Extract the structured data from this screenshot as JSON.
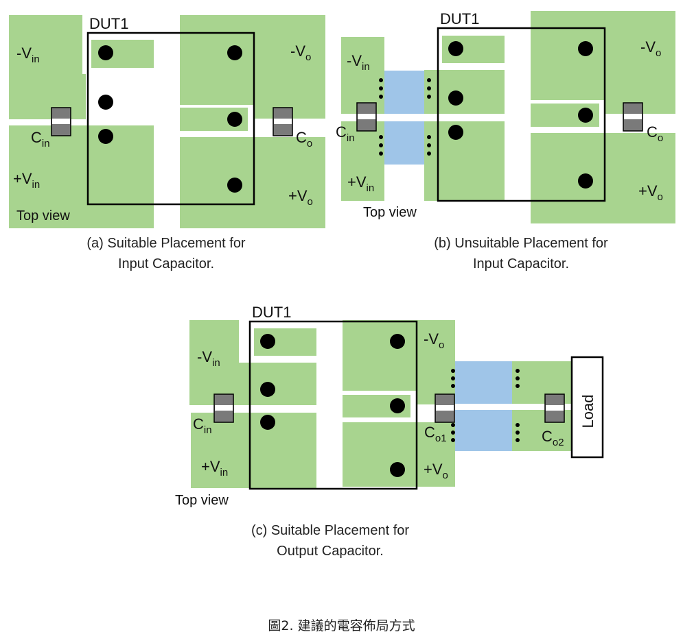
{
  "diagram_a": {
    "dut": "DUT1",
    "neg_vin": {
      "base": "-V",
      "sub": "in"
    },
    "pos_vin": {
      "base": "+V",
      "sub": "in"
    },
    "neg_vo": {
      "base": "-V",
      "sub": "o"
    },
    "pos_vo": {
      "base": "+V",
      "sub": "o"
    },
    "cin": {
      "base": "C",
      "sub": "in"
    },
    "co": {
      "base": "C",
      "sub": "o"
    },
    "top_view": "Top view",
    "caption_line1": "(a) Suitable Placement for",
    "caption_line2": "Input Capacitor."
  },
  "diagram_b": {
    "dut": "DUT1",
    "neg_vin": {
      "base": "-V",
      "sub": "in"
    },
    "pos_vin": {
      "base": "+V",
      "sub": "in"
    },
    "neg_vo": {
      "base": "-V",
      "sub": "o"
    },
    "pos_vo": {
      "base": "+V",
      "sub": "o"
    },
    "cin": {
      "base": "C",
      "sub": "in"
    },
    "co": {
      "base": "C",
      "sub": "o"
    },
    "top_view": "Top view",
    "caption_line1": "(b) Unsuitable Placement for",
    "caption_line2": "Input Capacitor."
  },
  "diagram_c": {
    "dut": "DUT1",
    "neg_vin": {
      "base": "-V",
      "sub": "in"
    },
    "pos_vin": {
      "base": "+V",
      "sub": "in"
    },
    "neg_vo": {
      "base": "-V",
      "sub": "o"
    },
    "pos_vo": {
      "base": "+V",
      "sub": "o"
    },
    "cin": {
      "base": "C",
      "sub": "in"
    },
    "co1": {
      "base": "C",
      "sub": "o1"
    },
    "co2": {
      "base": "C",
      "sub": "o2"
    },
    "load": "Load",
    "top_view": "Top view",
    "caption_line1": "(c) Suitable Placement for",
    "caption_line2": "Output Capacitor."
  },
  "figure_caption": "圖2. 建議的電容佈局方式",
  "colors": {
    "copper": "#a8d48f",
    "plane": "#9fc5e8",
    "capacitor": "#7a7a7a",
    "pin": "#000000",
    "outline": "#000000"
  }
}
